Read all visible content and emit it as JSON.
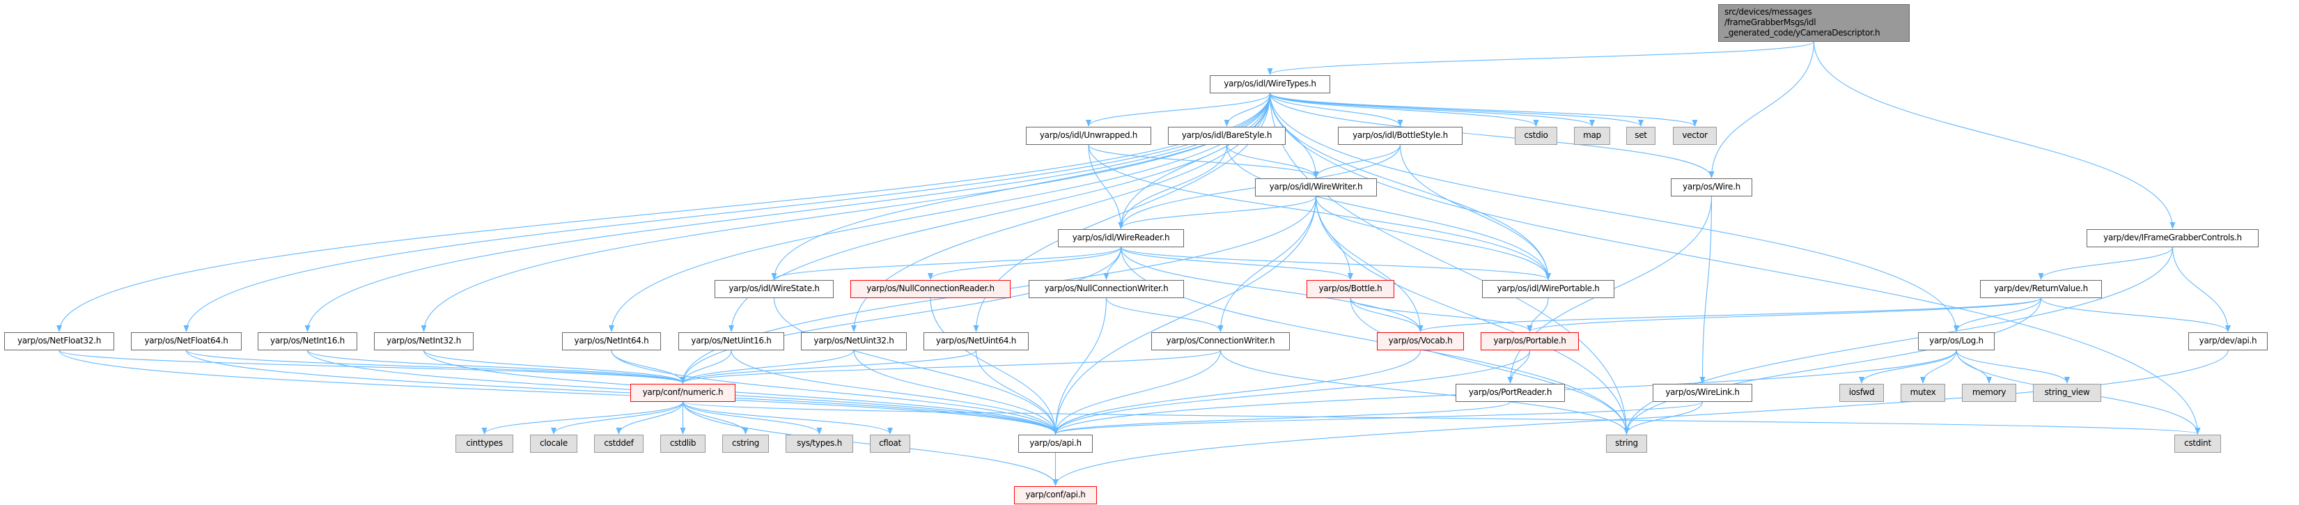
{
  "colors": {
    "edge": "#63b8ff",
    "node_border": "#666666",
    "red_border": "#ff0000",
    "red_fill": "#fff0f0",
    "gray_fill": "#e0e0e0",
    "root_fill": "#999999"
  },
  "nodes": [
    {
      "id": "root",
      "label": "src/devices/messages\n/frameGrabberMsgs/idl\n_generated_code/yCameraDescriptor.h",
      "style": "root"
    },
    {
      "id": "WireTypes",
      "label": "yarp/os/idl/WireTypes.h",
      "style": "normal"
    },
    {
      "id": "Unwrapped",
      "label": "yarp/os/idl/Unwrapped.h",
      "style": "normal"
    },
    {
      "id": "BareStyle",
      "label": "yarp/os/idl/BareStyle.h",
      "style": "normal"
    },
    {
      "id": "BottleStyle",
      "label": "yarp/os/idl/BottleStyle.h",
      "style": "normal"
    },
    {
      "id": "cstdio",
      "label": "cstdio",
      "style": "gray"
    },
    {
      "id": "map",
      "label": "map",
      "style": "gray"
    },
    {
      "id": "set",
      "label": "set",
      "style": "gray"
    },
    {
      "id": "vector",
      "label": "vector",
      "style": "gray"
    },
    {
      "id": "WireWriter",
      "label": "yarp/os/idl/WireWriter.h",
      "style": "normal"
    },
    {
      "id": "Wire",
      "label": "yarp/os/Wire.h",
      "style": "normal"
    },
    {
      "id": "WireReader",
      "label": "yarp/os/idl/WireReader.h",
      "style": "normal"
    },
    {
      "id": "IFrameGrabberControls",
      "label": "yarp/dev/IFrameGrabberControls.h",
      "style": "normal"
    },
    {
      "id": "WireState",
      "label": "yarp/os/idl/WireState.h",
      "style": "normal"
    },
    {
      "id": "NullConnectionReader",
      "label": "yarp/os/NullConnectionReader.h",
      "style": "red"
    },
    {
      "id": "NullConnectionWriter",
      "label": "yarp/os/NullConnectionWriter.h",
      "style": "normal"
    },
    {
      "id": "Bottle",
      "label": "yarp/os/Bottle.h",
      "style": "red"
    },
    {
      "id": "WirePortable",
      "label": "yarp/os/idl/WirePortable.h",
      "style": "normal"
    },
    {
      "id": "ReturnValue",
      "label": "yarp/dev/ReturnValue.h",
      "style": "normal"
    },
    {
      "id": "NetFloat32",
      "label": "yarp/os/NetFloat32.h",
      "style": "normal"
    },
    {
      "id": "NetFloat64",
      "label": "yarp/os/NetFloat64.h",
      "style": "normal"
    },
    {
      "id": "NetInt16",
      "label": "yarp/os/NetInt16.h",
      "style": "normal"
    },
    {
      "id": "NetInt32",
      "label": "yarp/os/NetInt32.h",
      "style": "normal"
    },
    {
      "id": "NetInt64",
      "label": "yarp/os/NetInt64.h",
      "style": "normal"
    },
    {
      "id": "NetUint16",
      "label": "yarp/os/NetUint16.h",
      "style": "normal"
    },
    {
      "id": "NetUint32",
      "label": "yarp/os/NetUint32.h",
      "style": "normal"
    },
    {
      "id": "NetUint64",
      "label": "yarp/os/NetUint64.h",
      "style": "normal"
    },
    {
      "id": "ConnectionWriter",
      "label": "yarp/os/ConnectionWriter.h",
      "style": "normal"
    },
    {
      "id": "Vocab",
      "label": "yarp/os/Vocab.h",
      "style": "red"
    },
    {
      "id": "Portable",
      "label": "yarp/os/Portable.h",
      "style": "red"
    },
    {
      "id": "Log",
      "label": "yarp/os/Log.h",
      "style": "normal"
    },
    {
      "id": "devapi",
      "label": "yarp/dev/api.h",
      "style": "normal"
    },
    {
      "id": "numeric",
      "label": "yarp/conf/numeric.h",
      "style": "red"
    },
    {
      "id": "PortReader",
      "label": "yarp/os/PortReader.h",
      "style": "normal"
    },
    {
      "id": "WireLink",
      "label": "yarp/os/WireLink.h",
      "style": "normal"
    },
    {
      "id": "iosfwd",
      "label": "iosfwd",
      "style": "gray"
    },
    {
      "id": "mutex",
      "label": "mutex",
      "style": "gray"
    },
    {
      "id": "memory",
      "label": "memory",
      "style": "gray"
    },
    {
      "id": "string_view",
      "label": "string_view",
      "style": "gray"
    },
    {
      "id": "cinttypes",
      "label": "cinttypes",
      "style": "gray"
    },
    {
      "id": "clocale",
      "label": "clocale",
      "style": "gray"
    },
    {
      "id": "cstddef",
      "label": "cstddef",
      "style": "gray"
    },
    {
      "id": "cstdlib",
      "label": "cstdlib",
      "style": "gray"
    },
    {
      "id": "cstring",
      "label": "cstring",
      "style": "gray"
    },
    {
      "id": "systypes",
      "label": "sys/types.h",
      "style": "gray"
    },
    {
      "id": "cfloat",
      "label": "cfloat",
      "style": "gray"
    },
    {
      "id": "osapi",
      "label": "yarp/os/api.h",
      "style": "normal"
    },
    {
      "id": "string",
      "label": "string",
      "style": "gray"
    },
    {
      "id": "cstdint",
      "label": "cstdint",
      "style": "gray"
    },
    {
      "id": "confapi",
      "label": "yarp/conf/api.h",
      "style": "red"
    }
  ],
  "edges": [
    [
      "root",
      "WireTypes"
    ],
    [
      "root",
      "Wire"
    ],
    [
      "root",
      "IFrameGrabberControls"
    ],
    [
      "WireTypes",
      "NetFloat32"
    ],
    [
      "WireTypes",
      "NetFloat64"
    ],
    [
      "WireTypes",
      "NetInt16"
    ],
    [
      "WireTypes",
      "NetInt32"
    ],
    [
      "WireTypes",
      "NetInt64"
    ],
    [
      "WireTypes",
      "NetUint16"
    ],
    [
      "WireTypes",
      "NetUint32"
    ],
    [
      "WireTypes",
      "NetUint64"
    ],
    [
      "WireTypes",
      "WireState"
    ],
    [
      "WireTypes",
      "Unwrapped"
    ],
    [
      "WireTypes",
      "BareStyle"
    ],
    [
      "WireTypes",
      "BottleStyle"
    ],
    [
      "WireTypes",
      "WireWriter"
    ],
    [
      "WireTypes",
      "WireReader"
    ],
    [
      "WireTypes",
      "WirePortable"
    ],
    [
      "WireTypes",
      "cstdio"
    ],
    [
      "WireTypes",
      "map"
    ],
    [
      "WireTypes",
      "set"
    ],
    [
      "WireTypes",
      "vector"
    ],
    [
      "WireTypes",
      "Wire"
    ],
    [
      "WireTypes",
      "string"
    ],
    [
      "WireTypes",
      "Log"
    ],
    [
      "WireTypes",
      "cstdint"
    ],
    [
      "Unwrapped",
      "WireReader"
    ],
    [
      "Unwrapped",
      "WireWriter"
    ],
    [
      "Unwrapped",
      "WirePortable"
    ],
    [
      "BareStyle",
      "WireReader"
    ],
    [
      "BareStyle",
      "WireWriter"
    ],
    [
      "BareStyle",
      "WirePortable"
    ],
    [
      "BottleStyle",
      "WireReader"
    ],
    [
      "BottleStyle",
      "WireWriter"
    ],
    [
      "BottleStyle",
      "WirePortable"
    ],
    [
      "WireWriter",
      "WireReader"
    ],
    [
      "WireWriter",
      "numeric"
    ],
    [
      "WireWriter",
      "WirePortable"
    ],
    [
      "WireWriter",
      "Bottle"
    ],
    [
      "WireWriter",
      "Vocab"
    ],
    [
      "WireWriter",
      "ConnectionWriter"
    ],
    [
      "WireWriter",
      "osapi"
    ],
    [
      "WireWriter",
      "string"
    ],
    [
      "WireReader",
      "WireState"
    ],
    [
      "WireReader",
      "NullConnectionReader"
    ],
    [
      "WireReader",
      "NullConnectionWriter"
    ],
    [
      "WireReader",
      "Bottle"
    ],
    [
      "WireReader",
      "Vocab"
    ],
    [
      "WireReader",
      "WirePortable"
    ],
    [
      "WireReader",
      "numeric"
    ],
    [
      "WireReader",
      "string"
    ],
    [
      "WireState",
      "osapi"
    ],
    [
      "NullConnectionReader",
      "osapi"
    ],
    [
      "NullConnectionWriter",
      "ConnectionWriter"
    ],
    [
      "NullConnectionWriter",
      "osapi"
    ],
    [
      "ConnectionWriter",
      "numeric"
    ],
    [
      "ConnectionWriter",
      "osapi"
    ],
    [
      "ConnectionWriter",
      "string"
    ],
    [
      "Bottle",
      "Vocab"
    ],
    [
      "Bottle",
      "Portable"
    ],
    [
      "Bottle",
      "string"
    ],
    [
      "WirePortable",
      "Portable"
    ],
    [
      "Portable",
      "PortReader"
    ],
    [
      "Portable",
      "osapi"
    ],
    [
      "PortReader",
      "osapi"
    ],
    [
      "Vocab",
      "osapi"
    ],
    [
      "Wire",
      "PortReader"
    ],
    [
      "Wire",
      "WireLink"
    ],
    [
      "WireLink",
      "osapi"
    ],
    [
      "WireLink",
      "string"
    ],
    [
      "IFrameGrabberControls",
      "ReturnValue"
    ],
    [
      "IFrameGrabberControls",
      "devapi"
    ],
    [
      "IFrameGrabberControls",
      "string"
    ],
    [
      "ReturnValue",
      "Vocab"
    ],
    [
      "ReturnValue",
      "Portable"
    ],
    [
      "ReturnValue",
      "Log"
    ],
    [
      "ReturnValue",
      "devapi"
    ],
    [
      "ReturnValue",
      "string"
    ],
    [
      "Log",
      "iosfwd"
    ],
    [
      "Log",
      "mutex"
    ],
    [
      "Log",
      "memory"
    ],
    [
      "Log",
      "string_view"
    ],
    [
      "Log",
      "cstdint"
    ],
    [
      "Log",
      "osapi"
    ],
    [
      "devapi",
      "confapi"
    ],
    [
      "NetFloat32",
      "numeric"
    ],
    [
      "NetFloat32",
      "osapi"
    ],
    [
      "NetFloat64",
      "numeric"
    ],
    [
      "NetFloat64",
      "osapi"
    ],
    [
      "NetInt16",
      "numeric"
    ],
    [
      "NetInt16",
      "osapi"
    ],
    [
      "NetInt32",
      "numeric"
    ],
    [
      "NetInt32",
      "osapi"
    ],
    [
      "NetInt64",
      "numeric"
    ],
    [
      "NetInt64",
      "osapi"
    ],
    [
      "NetUint16",
      "numeric"
    ],
    [
      "NetUint16",
      "osapi"
    ],
    [
      "NetUint32",
      "numeric"
    ],
    [
      "NetUint32",
      "osapi"
    ],
    [
      "NetUint64",
      "numeric"
    ],
    [
      "NetUint64",
      "osapi"
    ],
    [
      "numeric",
      "cinttypes"
    ],
    [
      "numeric",
      "clocale"
    ],
    [
      "numeric",
      "cstddef"
    ],
    [
      "numeric",
      "cstdlib"
    ],
    [
      "numeric",
      "cstring"
    ],
    [
      "numeric",
      "systypes"
    ],
    [
      "numeric",
      "cfloat"
    ],
    [
      "numeric",
      "cstdint"
    ],
    [
      "numeric",
      "confapi"
    ],
    [
      "osapi",
      "confapi"
    ]
  ]
}
